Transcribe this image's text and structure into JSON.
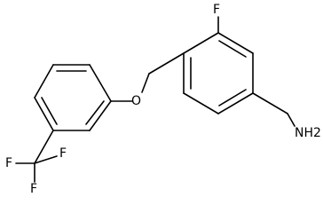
{
  "molecule": {
    "atom_labels": {
      "fluorine_top": "F",
      "ether_oxygen": "O",
      "amine": "NH2",
      "cf3_fluorine_left": "F",
      "cf3_fluorine_right": "F",
      "cf3_fluorine_bottom": "F"
    }
  }
}
